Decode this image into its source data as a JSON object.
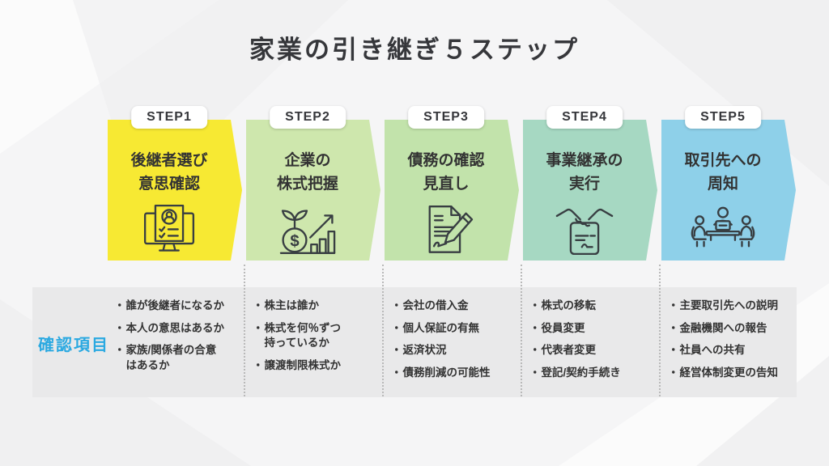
{
  "title": "家業の引き継ぎ５ステップ",
  "confirm_label": "確認項目",
  "ui": {
    "bullet": "・"
  },
  "colors": {
    "accent_blue": "#2BA9E1",
    "band_gray": "#E9E9EA"
  },
  "steps": [
    {
      "badge": "STEP1",
      "color": "#F7E933",
      "title_lines": [
        "後継者選び",
        "意思確認"
      ],
      "icon": "monitor-profile-icon",
      "items": [
        "誰が後継者になるか",
        "本人の意思はあるか",
        "家族/関係者の合意\nはあるか"
      ]
    },
    {
      "badge": "STEP2",
      "color": "#CEE7AD",
      "title_lines": [
        "企業の",
        "株式把握"
      ],
      "icon": "money-growth-icon",
      "items": [
        "株主は誰か",
        "株式を何％ずつ\n持っているか",
        "譲渡制限株式か"
      ]
    },
    {
      "badge": "STEP3",
      "color": "#C2E3AB",
      "title_lines": [
        "債務の確認",
        "見直し"
      ],
      "icon": "contract-sign-icon",
      "items": [
        "会社の借入金",
        "個人保証の有無",
        "返済状況",
        "債務削減の可能性"
      ]
    },
    {
      "badge": "STEP4",
      "color": "#A6D8C2",
      "title_lines": [
        "事業継承の",
        "実行"
      ],
      "icon": "handshake-icon",
      "items": [
        "株式の移転",
        "役員変更",
        "代表者変更",
        "登記/契約手続き"
      ]
    },
    {
      "badge": "STEP5",
      "color": "#8ED0E9",
      "title_lines": [
        "取引先への",
        "周知"
      ],
      "icon": "meeting-icon",
      "items": [
        "主要取引先への説明",
        "金融機関への報告",
        "社員への共有",
        "経営体制変更の告知"
      ]
    }
  ]
}
